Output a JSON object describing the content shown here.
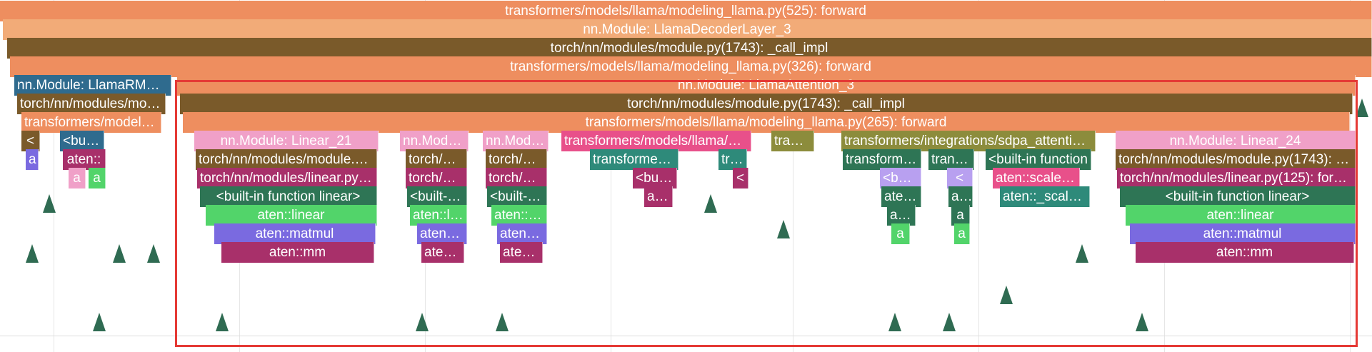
{
  "colors": {
    "salmon": "#ee8e5f",
    "peach": "#f2ab78",
    "olive_brown": "#7a5a2a",
    "steel_blue": "#2f6b8e",
    "dark_green": "#2e7555",
    "pink": "#f0a0c8",
    "magenta": "#a8306a",
    "green": "#52d46a",
    "purple": "#7a6ae0",
    "hot_pink": "#e8508a",
    "olive": "#8c8c3c",
    "light_purple": "#b8a0f0",
    "teal": "#2e8a7a",
    "flow_arrow": "#2f6b52",
    "selection": "#e53935"
  },
  "rows": [
    {
      "slices": [
        {
          "label": "transformers/models/llama/modeling_llama.py(525): forward",
          "color": "salmon"
        }
      ]
    },
    {
      "slices": [
        {
          "label": "nn.Module: LlamaDecoderLayer_3",
          "color": "peach"
        }
      ]
    },
    {
      "slices": [
        {
          "label": "torch/nn/modules/module.py(1743): _call_impl",
          "color": "olive_brown"
        }
      ]
    },
    {
      "slices": [
        {
          "label": "transformers/models/llama/modeling_llama.py(326): forward",
          "color": "salmon"
        }
      ]
    },
    {
      "slices": [
        {
          "label": "nn.Module: LlamaRMSNorm",
          "color": "steel_blue"
        },
        {
          "label": "nn.Module: LlamaAttention_3",
          "color": "salmon"
        }
      ]
    },
    {
      "slices": [
        {
          "label": "torch/nn/modules/module.py(1743): _call_impl",
          "color": "olive_brown"
        },
        {
          "label": "torch/nn/modules/module.py(1743): _call_impl",
          "color": "olive_brown"
        }
      ]
    },
    {
      "slices": [
        {
          "label": "transformers/models/llama/modeling_llama.py",
          "color": "salmon"
        },
        {
          "label": "transformers/models/llama/modeling_llama.py(265): forward",
          "color": "salmon"
        }
      ]
    },
    {
      "slices": [
        {
          "label": "<",
          "color": "olive_brown"
        },
        {
          "label": "<built-in function",
          "color": "steel_blue"
        },
        {
          "label": "nn.Module: Linear_21",
          "color": "pink"
        },
        {
          "label": "nn.Module: Linear_22",
          "color": "pink"
        },
        {
          "label": "nn.Module: Linear_23",
          "color": "pink"
        },
        {
          "label": "transformers/models/llama/modeling_llama.py",
          "color": "hot_pink"
        },
        {
          "label": "transformers/models/llama",
          "color": "olive"
        },
        {
          "label": "transformers/integrations/sdpa_attention.py",
          "color": "olive"
        },
        {
          "label": "nn.Module: Linear_24",
          "color": "pink"
        }
      ]
    },
    {
      "slices": [
        {
          "label": "a",
          "color": "purple"
        },
        {
          "label": "aten::",
          "color": "magenta"
        },
        {
          "label": "torch/nn/modules/module.py(1743): _call_impl",
          "color": "olive_brown"
        },
        {
          "label": "torch/nn/modules",
          "color": "olive_brown"
        },
        {
          "label": "torch/nn/modules",
          "color": "olive_brown"
        },
        {
          "label": "transformers/models",
          "color": "teal"
        },
        {
          "label": "transformers",
          "color": "teal"
        },
        {
          "label": "transformers/models",
          "color": "dark_green"
        },
        {
          "label": "transformers",
          "color": "dark_green"
        },
        {
          "label": "<built-in function",
          "color": "dark_green"
        },
        {
          "label": "torch/nn/modules/module.py(1743): _call_impl",
          "color": "olive_brown"
        }
      ]
    },
    {
      "slices": [
        {
          "label": "a",
          "color": "pink"
        },
        {
          "label": "a",
          "color": "green"
        },
        {
          "label": "torch/nn/modules/linear.py(125): forward",
          "color": "magenta"
        },
        {
          "label": "torch/nn/modules",
          "color": "magenta"
        },
        {
          "label": "torch/nn/modules",
          "color": "magenta"
        },
        {
          "label": "<built-in",
          "color": "magenta"
        },
        {
          "label": "<",
          "color": "magenta"
        },
        {
          "label": "<built-in",
          "color": "light_purple"
        },
        {
          "label": "<",
          "color": "light_purple"
        },
        {
          "label": "aten::scaled_dot_product",
          "color": "hot_pink"
        },
        {
          "label": "torch/nn/modules/linear.py(125): forward",
          "color": "magenta"
        }
      ]
    },
    {
      "slices": [
        {
          "label": "<built-in function linear>",
          "color": "dark_green"
        },
        {
          "label": "<built-in function linear>",
          "color": "dark_green"
        },
        {
          "label": "<built-in function linear>",
          "color": "dark_green"
        },
        {
          "label": "aten::",
          "color": "magenta"
        },
        {
          "label": "aten::",
          "color": "dark_green"
        },
        {
          "label": "aten::",
          "color": "dark_green"
        },
        {
          "label": "aten::_scaled_dot_product",
          "color": "teal"
        },
        {
          "label": "<built-in function linear>",
          "color": "dark_green"
        }
      ]
    },
    {
      "slices": [
        {
          "label": "aten::linear",
          "color": "green"
        },
        {
          "label": "aten::linear",
          "color": "green"
        },
        {
          "label": "aten::linear",
          "color": "green"
        },
        {
          "label": "aten::",
          "color": "dark_green"
        },
        {
          "label": "a",
          "color": "dark_green"
        },
        {
          "label": "aten::linear",
          "color": "green"
        }
      ]
    },
    {
      "slices": [
        {
          "label": "aten::matmul",
          "color": "purple"
        },
        {
          "label": "aten::matmul",
          "color": "purple"
        },
        {
          "label": "aten::matmul",
          "color": "purple"
        },
        {
          "label": "a",
          "color": "green"
        },
        {
          "label": "a",
          "color": "green"
        },
        {
          "label": "aten::matmul",
          "color": "purple"
        }
      ]
    },
    {
      "slices": [
        {
          "label": "aten::mm",
          "color": "magenta"
        },
        {
          "label": "aten::mm",
          "color": "magenta"
        },
        {
          "label": "aten::mm",
          "color": "magenta"
        },
        {
          "label": "aten::mm",
          "color": "magenta"
        }
      ]
    }
  ]
}
